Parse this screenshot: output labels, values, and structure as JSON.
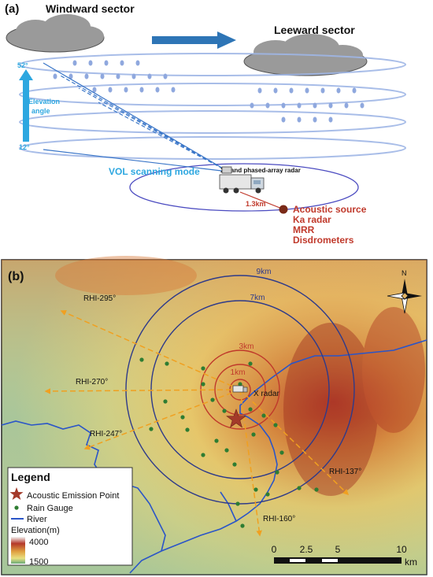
{
  "panel_a": {
    "label": "(a)",
    "windward": "Windward sector",
    "leeward": "Leeward sector",
    "elev_top": "52°",
    "elev_bottom": "12°",
    "elev_label_1": "Elevation",
    "elev_label_2": "angle",
    "vol_mode": "VOL scanning mode",
    "radar_label": "X-band phased-array radar",
    "distance": "1.3km",
    "source_lines": [
      "Acoustic source",
      "Ka radar",
      "MRR",
      "Disdrometers"
    ]
  },
  "panel_b": {
    "label": "(b)",
    "rings": [
      "9km",
      "7km",
      "3km",
      "1km"
    ],
    "x_radar": "X radar",
    "rhi": [
      "RHI-295°",
      "RHI-270°",
      "RHI-247°",
      "RHI-137°",
      "RHI-160°"
    ],
    "north": "N",
    "legend": {
      "title": "Legend",
      "acoustic": "Acoustic Emission Point",
      "gauge": "Rain Gauge",
      "river": "River",
      "elevation": "Elevation(m)",
      "elev_high": "4000",
      "elev_low": "1500"
    },
    "scale": {
      "ticks": [
        "0",
        "2.5",
        "5",
        "10"
      ],
      "unit": "km"
    }
  },
  "colors": {
    "ring_outer": "#2e3a8a",
    "ring_inner": "#c0392b",
    "rhi": "#f0a020",
    "river": "#2a55c8",
    "gauge": "#2e7d32",
    "star": "#a33a2a",
    "cyan": "#2da7e0",
    "red_text": "#c0392b"
  }
}
